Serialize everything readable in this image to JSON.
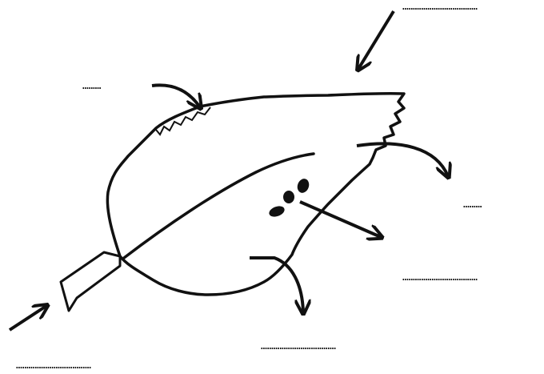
{
  "diagram": {
    "labels": [
      {
        "id": "top-right",
        "text": "………………………………"
      },
      {
        "id": "top-left",
        "text": "………"
      },
      {
        "id": "right-mid",
        "text": "………"
      },
      {
        "id": "right-lower",
        "text": "………………………………"
      },
      {
        "id": "bottom-mid",
        "text": "………………………………"
      },
      {
        "id": "bottom-left",
        "text": "………………………………"
      }
    ],
    "colors": {
      "line": "#111111",
      "background": "#ffffff"
    }
  }
}
